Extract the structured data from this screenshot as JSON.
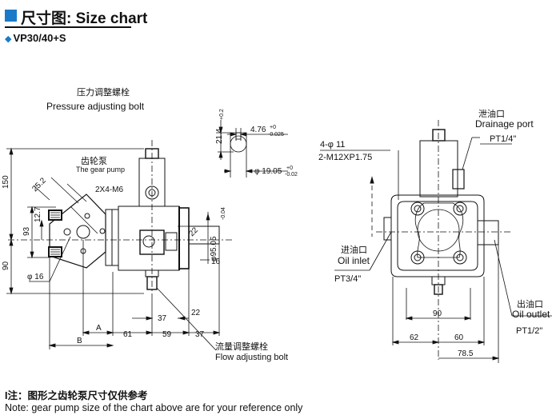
{
  "header": {
    "title": "尺寸图: Size chart",
    "model": "VP30/40+S",
    "accent": "#1a7ac8"
  },
  "callouts": {
    "pressure_bolt_cn": "压力调整螺栓",
    "pressure_bolt_en": "Pressure adjusting bolt",
    "gear_pump_cn": "齿轮泵",
    "gear_pump_en": "The gear pump",
    "flow_bolt_cn": "流量调整螺栓",
    "flow_bolt_en": "Flow adjusting bolt",
    "drain_cn": "泄油口",
    "drain_en": "Drainage port",
    "drain_size": "PT1/4\"",
    "inlet_cn": "进油口",
    "inlet_en": "Oil inlet",
    "inlet_size": "PT3/4\"",
    "outlet_cn": "出油口",
    "outlet_en": "Oil outlet",
    "outlet_size": "PT1/2\"",
    "holes": "4-φ 11",
    "thread": "2-M12XP1.75",
    "gear_holes": "2X4-M6"
  },
  "dims": {
    "d150": "150",
    "d90_left": "90",
    "d93": "93",
    "d12_7": "12.7",
    "d25_2": "25.2",
    "phi16": "φ 16",
    "dA": "A",
    "dB": "B",
    "d61": "61",
    "d59": "59",
    "d37a": "37",
    "d37b": "37",
    "d22": "22",
    "d16": "16",
    "d22_key": "22",
    "phi95": "φ95.05",
    "phi95_tol": "-0.04",
    "d21_4": "21.4",
    "d21_4_tol": "+0.2",
    "d4_76": "4.76",
    "d4_76_tol_up": "+0",
    "d4_76_tol_dn": "-0.025",
    "phi19": "φ 19.05",
    "phi19_tol_up": "+0",
    "phi19_tol_dn": "-0.02",
    "d90_bottom": "90",
    "d62": "62",
    "d60": "60",
    "d78_5": "78.5"
  },
  "notes": {
    "cn": "I注：图形之齿轮泵尺寸仅供参考",
    "en": "Note: gear pump size of the chart above are for your reference only"
  }
}
